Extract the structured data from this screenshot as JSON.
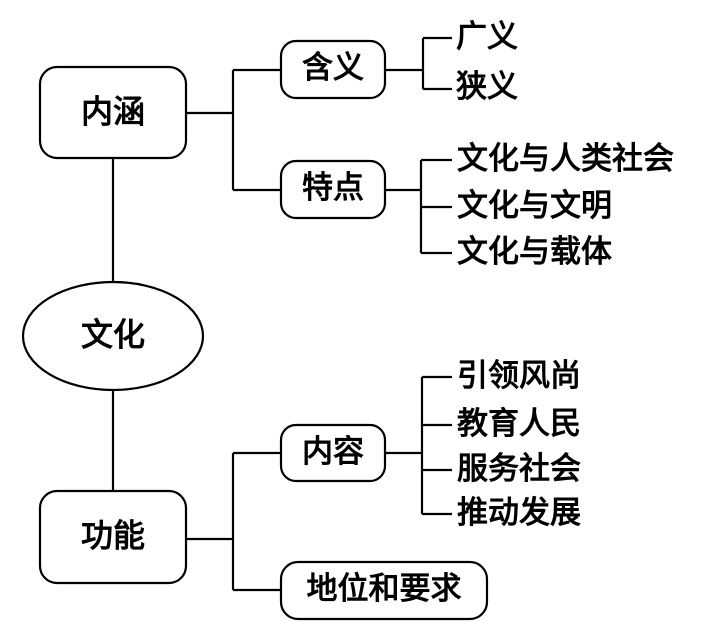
{
  "diagram": {
    "title": "文化",
    "type": "mind-map",
    "root": {
      "label": "文化",
      "shape": "ellipse"
    },
    "branches": [
      {
        "label": "内涵",
        "shape": "rounded-rect",
        "children": [
          {
            "label": "含义",
            "shape": "rounded-rect",
            "leaves": [
              "广义",
              "狭义"
            ]
          },
          {
            "label": "特点",
            "shape": "rounded-rect",
            "leaves": [
              "文化与人类社会",
              "文化与文明",
              "文化与载体"
            ]
          }
        ]
      },
      {
        "label": "功能",
        "shape": "rounded-rect",
        "children": [
          {
            "label": "内容",
            "shape": "rounded-rect",
            "leaves": [
              "引领风尚",
              "教育人民",
              "服务社会",
              "推动发展"
            ]
          },
          {
            "label": "地位和要求",
            "shape": "rounded-rect",
            "leaves": []
          }
        ]
      }
    ]
  },
  "style": {
    "stroke_color": "#000000",
    "fill_color": "#ffffff",
    "background": "#ffffff"
  }
}
